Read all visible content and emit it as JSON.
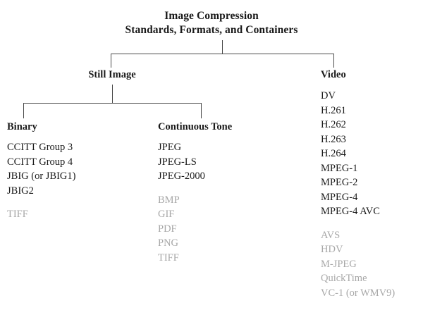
{
  "title": {
    "line1": "Image Compression",
    "line2": "Standards, Formats, and Containers"
  },
  "nodes": {
    "still_image": "Still Image",
    "video": "Video",
    "binary": "Binary",
    "continuous_tone": "Continuous Tone"
  },
  "colors": {
    "text": "#1a1a1a",
    "muted": "#a8a8a8",
    "line": "#4a4a4a",
    "background": "#ffffff"
  },
  "columns": {
    "binary": {
      "heading": "Binary",
      "items": [
        {
          "label": "CCITT Group 3",
          "muted": false,
          "gap_before": false
        },
        {
          "label": "CCITT Group 4",
          "muted": false,
          "gap_before": false
        },
        {
          "label": "JBIG (or JBIG1)",
          "muted": false,
          "gap_before": false
        },
        {
          "label": "JBIG2",
          "muted": false,
          "gap_before": false
        },
        {
          "label": "TIFF",
          "muted": true,
          "gap_before": true
        }
      ]
    },
    "continuous_tone": {
      "heading": "Continuous Tone",
      "items": [
        {
          "label": "JPEG",
          "muted": false,
          "gap_before": false
        },
        {
          "label": "JPEG-LS",
          "muted": false,
          "gap_before": false
        },
        {
          "label": "JPEG-2000",
          "muted": false,
          "gap_before": false
        },
        {
          "label": "BMP",
          "muted": true,
          "gap_before": true
        },
        {
          "label": "GIF",
          "muted": true,
          "gap_before": false
        },
        {
          "label": "PDF",
          "muted": true,
          "gap_before": false
        },
        {
          "label": "PNG",
          "muted": true,
          "gap_before": false
        },
        {
          "label": "TIFF",
          "muted": true,
          "gap_before": false
        }
      ]
    },
    "video": {
      "heading": "Video",
      "items": [
        {
          "label": "DV",
          "muted": false,
          "gap_before": false
        },
        {
          "label": "H.261",
          "muted": false,
          "gap_before": false
        },
        {
          "label": "H.262",
          "muted": false,
          "gap_before": false
        },
        {
          "label": "H.263",
          "muted": false,
          "gap_before": false
        },
        {
          "label": "H.264",
          "muted": false,
          "gap_before": false
        },
        {
          "label": "MPEG-1",
          "muted": false,
          "gap_before": false
        },
        {
          "label": "MPEG-2",
          "muted": false,
          "gap_before": false
        },
        {
          "label": "MPEG-4",
          "muted": false,
          "gap_before": false
        },
        {
          "label": "MPEG-4 AVC",
          "muted": false,
          "gap_before": false
        },
        {
          "label": "AVS",
          "muted": true,
          "gap_before": true
        },
        {
          "label": "HDV",
          "muted": true,
          "gap_before": false
        },
        {
          "label": "M-JPEG",
          "muted": true,
          "gap_before": false
        },
        {
          "label": "QuickTime",
          "muted": true,
          "gap_before": false
        },
        {
          "label": "VC-1 (or WMV9)",
          "muted": true,
          "gap_before": false
        }
      ]
    }
  }
}
